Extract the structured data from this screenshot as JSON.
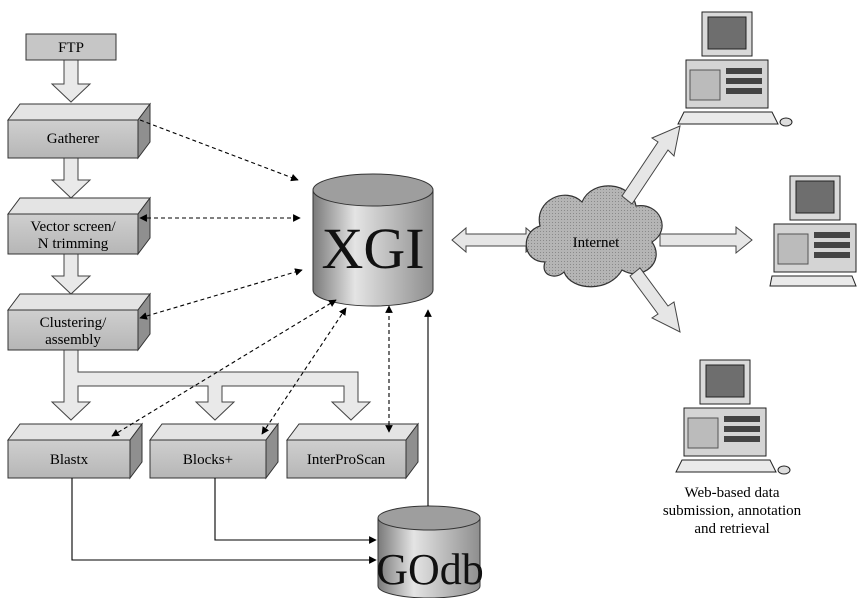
{
  "boxes": {
    "ftp": "FTP",
    "gatherer": "Gatherer",
    "vector_line1": "Vector screen/",
    "vector_line2": "N trimming",
    "clustering_line1": "Clustering/",
    "clustering_line2": "assembly",
    "blastx": "Blastx",
    "blocks": "Blocks+",
    "interproscan": "InterProScan"
  },
  "databases": {
    "xgi": "XGI",
    "godb": "GOdb"
  },
  "cloud": {
    "label": "Internet"
  },
  "caption": {
    "line1": "Web-based data",
    "line2": "submission, annotation",
    "line3": "and retrieval"
  },
  "colors": {
    "box_front": "#c8c8c8",
    "box_top": "#e6e6e6",
    "box_side": "#8c8c8c",
    "arrow_fill": "#e8e8e8",
    "cloud_fill": "#b8b8b8",
    "cylinder_fill": "#bdbdbd"
  }
}
